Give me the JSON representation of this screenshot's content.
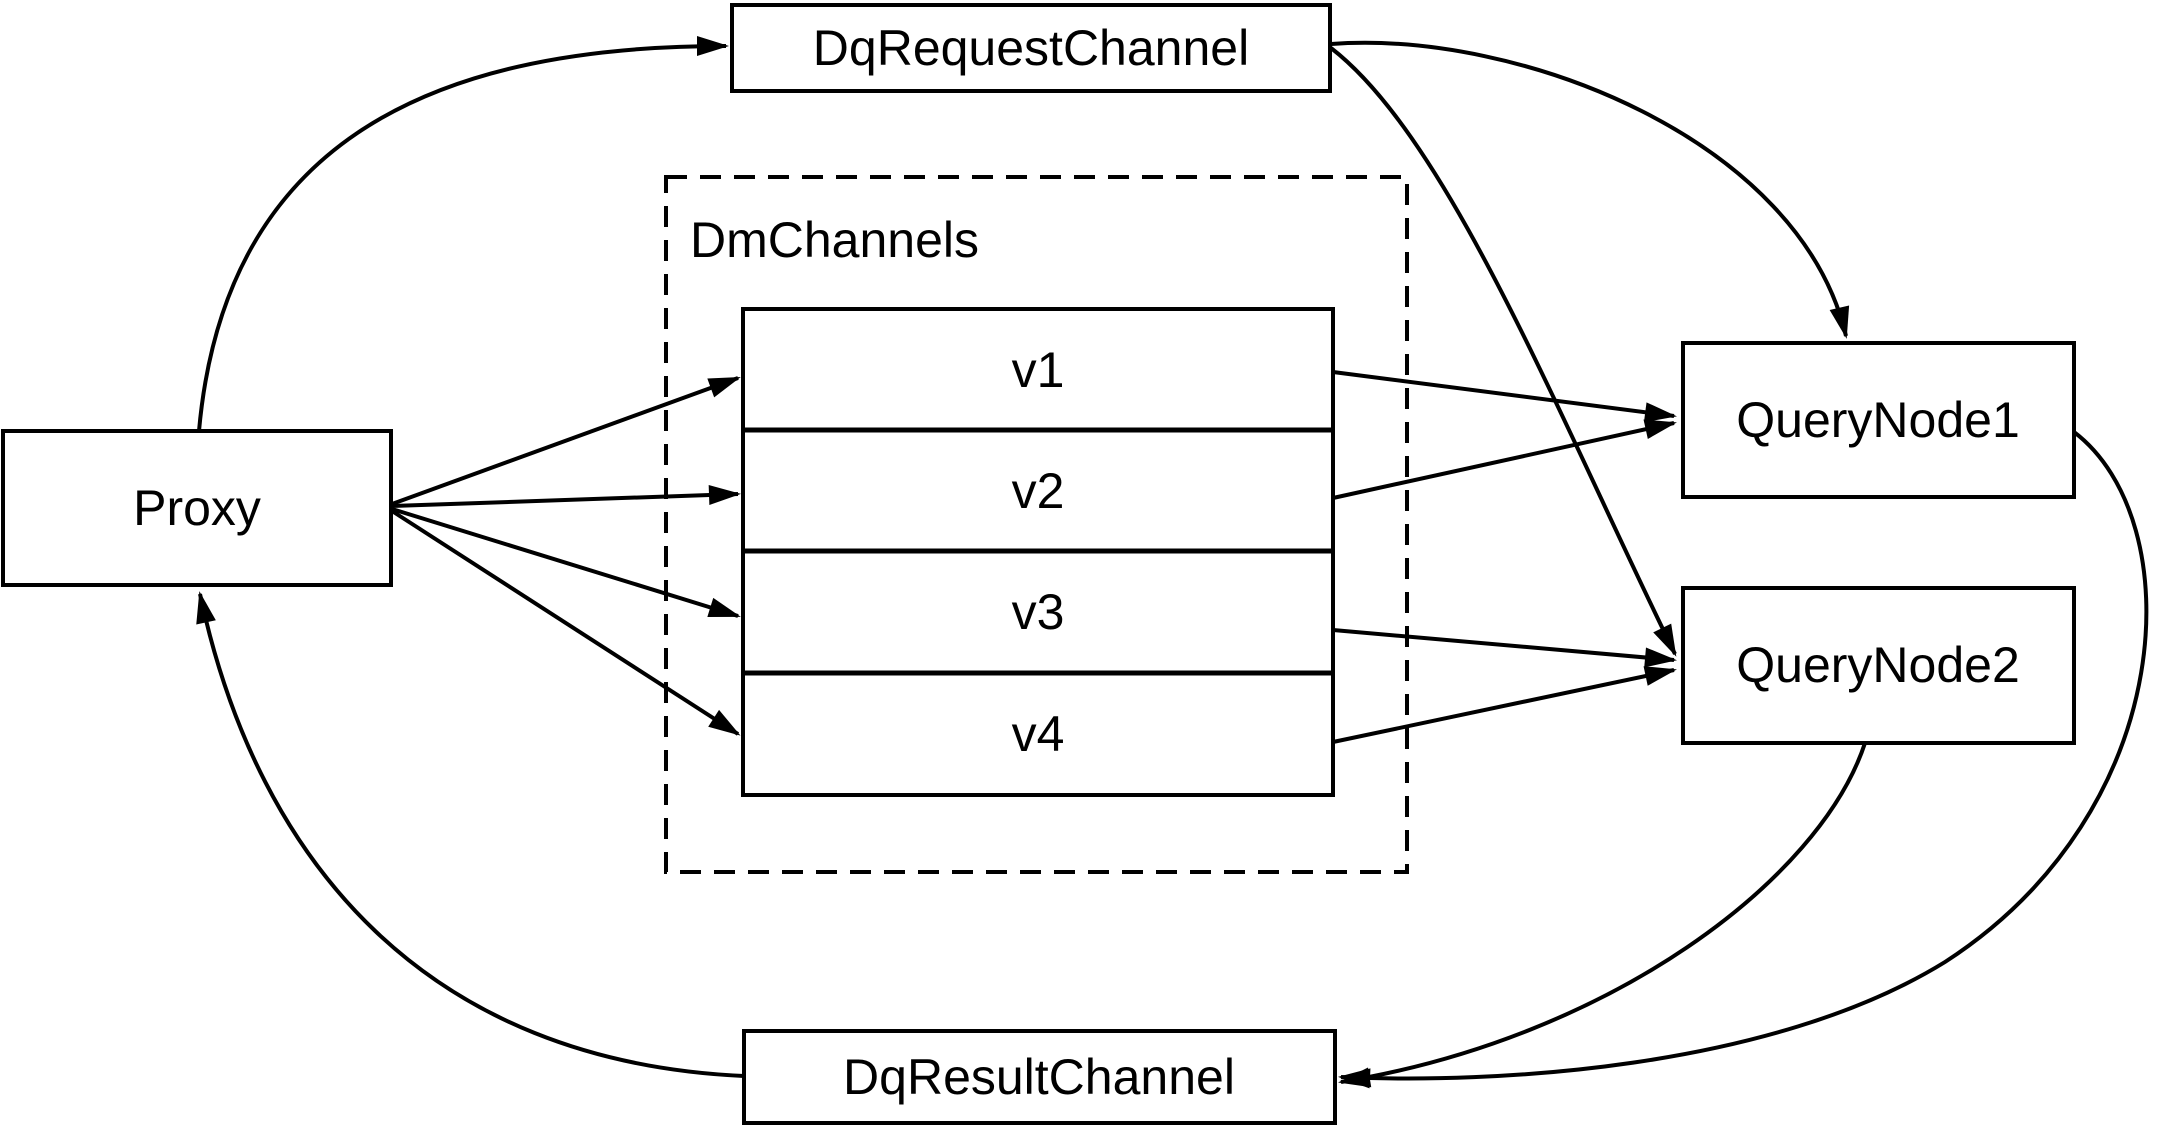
{
  "diagram": {
    "background_color": "#ffffff",
    "line_color": "#000000",
    "nodes": {
      "proxy": {
        "label": "Proxy"
      },
      "dq_request_channel": {
        "label": "DqRequestChannel"
      },
      "dm_channels": {
        "label": "DmChannels",
        "channels": [
          {
            "label": "v1"
          },
          {
            "label": "v2"
          },
          {
            "label": "v3"
          },
          {
            "label": "v4"
          }
        ]
      },
      "query_node_1": {
        "label": "QueryNode1"
      },
      "query_node_2": {
        "label": "QueryNode2"
      },
      "dq_result_channel": {
        "label": "DqResultChannel"
      }
    },
    "edges": [
      {
        "from": "Proxy",
        "to": "DqRequestChannel"
      },
      {
        "from": "DqRequestChannel",
        "to": "QueryNode1"
      },
      {
        "from": "DqRequestChannel",
        "to": "QueryNode2"
      },
      {
        "from": "Proxy",
        "to": "v1"
      },
      {
        "from": "Proxy",
        "to": "v2"
      },
      {
        "from": "Proxy",
        "to": "v3"
      },
      {
        "from": "Proxy",
        "to": "v4"
      },
      {
        "from": "v1",
        "to": "QueryNode1"
      },
      {
        "from": "v2",
        "to": "QueryNode1"
      },
      {
        "from": "v3",
        "to": "QueryNode2"
      },
      {
        "from": "v4",
        "to": "QueryNode2"
      },
      {
        "from": "QueryNode1",
        "to": "DqResultChannel"
      },
      {
        "from": "QueryNode2",
        "to": "DqResultChannel"
      },
      {
        "from": "DqResultChannel",
        "to": "Proxy"
      }
    ]
  }
}
